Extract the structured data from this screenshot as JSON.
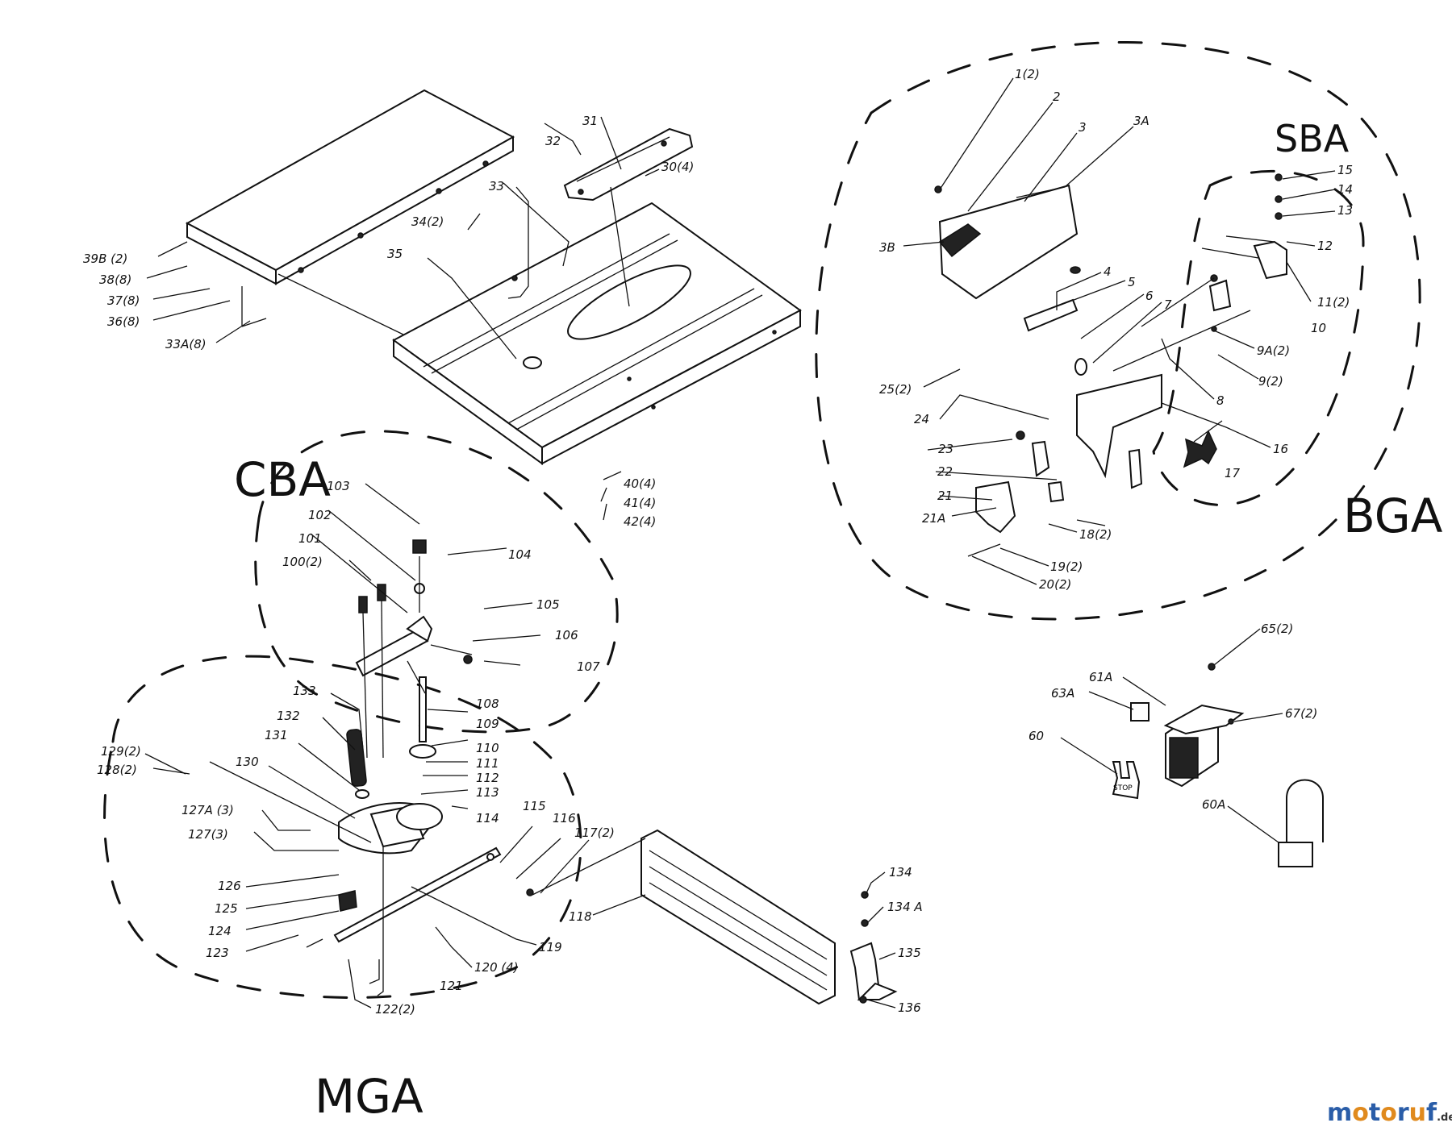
{
  "groups": {
    "cba": "CBA",
    "sba": "SBA",
    "bga": "BGA",
    "mga": "MGA"
  },
  "watermark": {
    "letters": [
      "m",
      "o",
      "t",
      "o",
      "r",
      "u",
      "f"
    ],
    "colors": [
      "#2a5da8",
      "#e08a1e",
      "#2a5da8",
      "#e08a1e",
      "#2a5da8",
      "#e08a1e",
      "#2a5da8"
    ],
    "suffix": ".de"
  },
  "labels": {
    "l1": "1(2)",
    "l2": "2",
    "l3": "3",
    "l3a": "3A",
    "l3b": "3B",
    "l4": "4",
    "l5": "5",
    "l6": "6",
    "l7": "7",
    "l8": "8",
    "l9": "9(2)",
    "l9a": "9A(2)",
    "l10": "10",
    "l11": "11(2)",
    "l12": "12",
    "l13": "13",
    "l14": "14",
    "l15": "15",
    "l16": "16",
    "l17": "17",
    "l18": "18(2)",
    "l19": "19(2)",
    "l20": "20(2)",
    "l21": "21",
    "l21a": "21A",
    "l22": "22",
    "l23": "23",
    "l24": "24",
    "l25": "25(2)",
    "l30": "30(4)",
    "l31": "31",
    "l32": "32",
    "l33": "33",
    "l33a": "33A(8)",
    "l34": "34(2)",
    "l35": "35",
    "l36": "36(8)",
    "l37": "37(8)",
    "l38": "38(8)",
    "l39b": "39B (2)",
    "l40": "40(4)",
    "l41": "41(4)",
    "l42": "42(4)",
    "l60": "60",
    "l60a": "60A",
    "l61a": "61A",
    "l63a": "63A",
    "l65": "65(2)",
    "l67": "67(2)",
    "l100": "100(2)",
    "l101": "101",
    "l102": "102",
    "l103": "103",
    "l104": "104",
    "l105": "105",
    "l106": "106",
    "l107": "107",
    "l108": "108",
    "l109": "109",
    "l110": "110",
    "l111": "111",
    "l112": "112",
    "l113": "113",
    "l114": "114",
    "l115": "115",
    "l116": "116",
    "l117": "117(2)",
    "l118": "118",
    "l119": "119",
    "l120": "120 (4)",
    "l121": "121",
    "l122": "122(2)",
    "l123": "123",
    "l124": "124",
    "l125": "125",
    "l126": "126",
    "l127": "127(3)",
    "l127a": "127A (3)",
    "l128": "128(2)",
    "l129": "129(2)",
    "l130": "130",
    "l131": "131",
    "l132": "132",
    "l133": "133",
    "l134": "134",
    "l134a": "134 A",
    "l135": "135",
    "l136": "136"
  },
  "stop_text": "STOP"
}
